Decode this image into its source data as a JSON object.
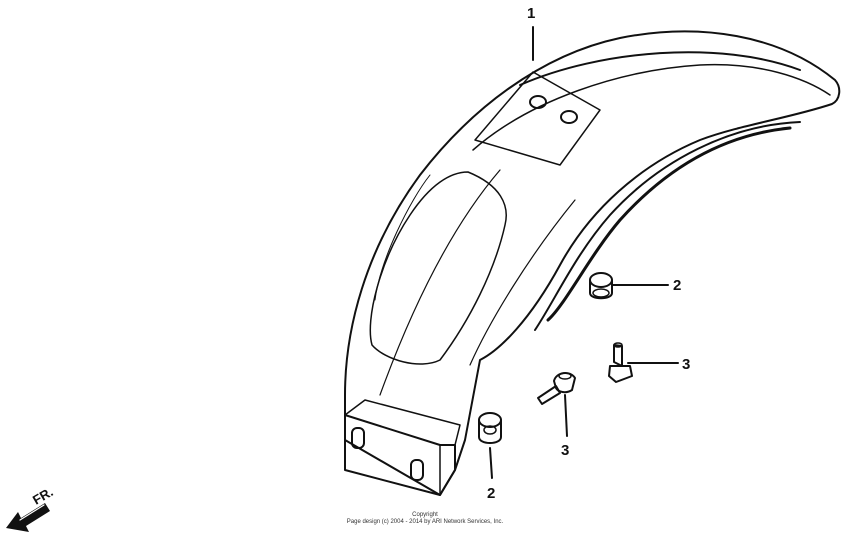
{
  "diagram": {
    "callouts": {
      "fender": "1",
      "grommet_upper": "2",
      "grommet_lower": "2",
      "bolt_right": "3",
      "bolt_lower": "3"
    },
    "direction_label": "FR.",
    "copyright_title": "Copyright",
    "copyright_text": "Page design (c) 2004 - 2014 by ARI Network Services, Inc.",
    "line_color": "#111111",
    "background": "#ffffff"
  }
}
